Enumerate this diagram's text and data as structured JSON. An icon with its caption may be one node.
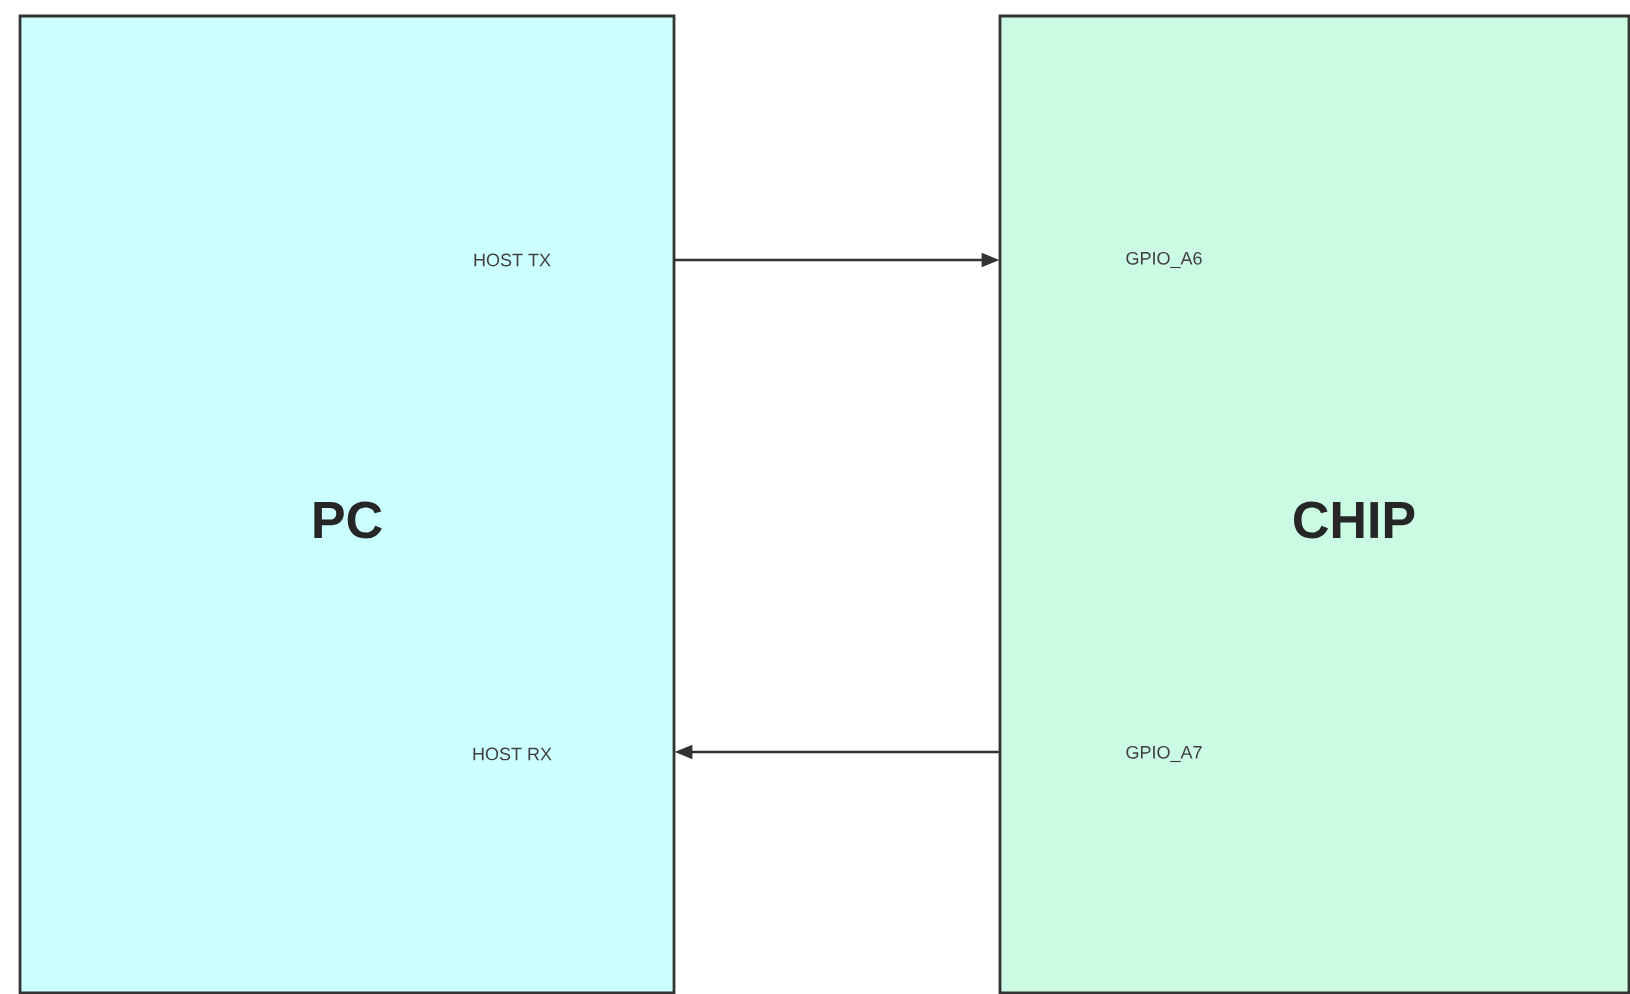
{
  "diagram": {
    "nodes": [
      {
        "text": [
          "PC",
          "HOST TX",
          "HOST RX"
        ]
      },
      {
        "text": [
          "CHIP",
          "GPIO_A6",
          "GPIO_A7"
        ]
      }
    ],
    "edges": [
      {
        "from": 0,
        "to": 1,
        "arrow": "to"
      },
      {
        "from": 1,
        "to": 0,
        "arrow": "to"
      }
    ]
  }
}
